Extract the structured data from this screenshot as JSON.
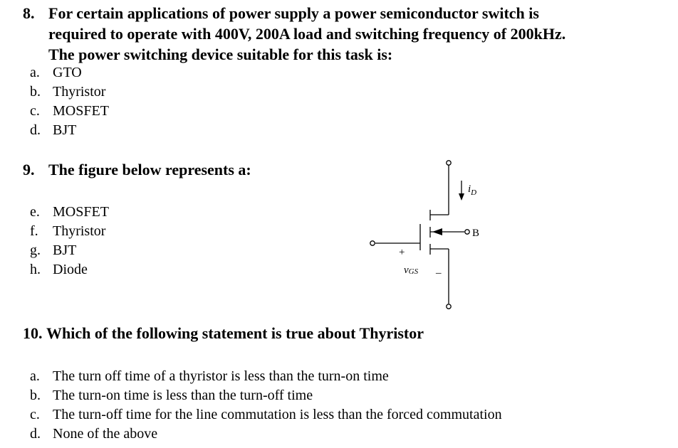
{
  "q8": {
    "number": "8.",
    "lines": [
      "For certain applications of power supply a power semiconductor switch is",
      "required to operate with 400V, 200A load and switching frequency of 200kHz.",
      "The power switching device suitable for this task is:"
    ],
    "options": [
      {
        "letter": "a.",
        "text": "GTO"
      },
      {
        "letter": "b.",
        "text": "Thyristor"
      },
      {
        "letter": "c.",
        "text": "MOSFET"
      },
      {
        "letter": "d.",
        "text": "BJT"
      }
    ]
  },
  "q9": {
    "number": "9.",
    "text": "The figure below represents a:",
    "options": [
      {
        "letter": "e.",
        "text": "MOSFET"
      },
      {
        "letter": "f.",
        "text": "Thyristor"
      },
      {
        "letter": "g.",
        "text": "BJT"
      },
      {
        "letter": "h.",
        "text": "Diode"
      }
    ],
    "figure": {
      "current_label": "i",
      "current_sub": "D",
      "body_label": "B",
      "plus_label": "+",
      "minus_label": "_",
      "vgs_label": "v",
      "vgs_sub": "GS"
    }
  },
  "q10": {
    "number": "10.",
    "text": "Which of the following statement is true about Thyristor",
    "options": [
      {
        "letter": "a.",
        "text": "The turn off time of a thyristor is less than the turn-on time"
      },
      {
        "letter": "b.",
        "text": "The turn-on time is less than the turn-off time"
      },
      {
        "letter": "c.",
        "text": "The turn-off time for the line commutation is less than the forced commutation"
      },
      {
        "letter": "d.",
        "text": "None of the above"
      }
    ]
  }
}
